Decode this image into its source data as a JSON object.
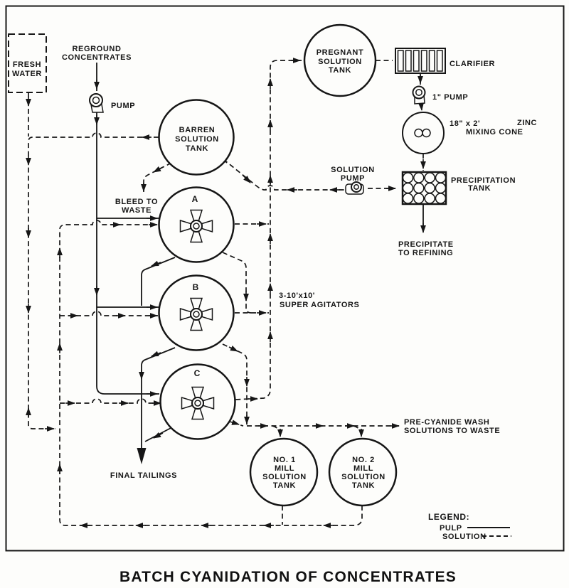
{
  "colors": {
    "ink": "#161616",
    "paper": "#fdfdfb"
  },
  "title": "BATCH CYANIDATION OF CONCENTRATES",
  "labels": {
    "fresh_water": [
      "FRESH",
      "WATER"
    ],
    "reground": [
      "REGROUND",
      "CONCENTRATES"
    ],
    "pump": "PUMP",
    "barren_tank": [
      "BARREN",
      "SOLUTION",
      "TANK"
    ],
    "bleed": [
      "BLEED TO",
      "WASTE"
    ],
    "pregnant_tank": [
      "PREGNANT",
      "SOLUTION",
      "TANK"
    ],
    "clarifier": "CLARIFIER",
    "inch_pump": "1\" PUMP",
    "zinc_size": "18\" x 2'",
    "zinc": "ZINC",
    "mixing_cone": "MIXING CONE",
    "solution_pump": [
      "SOLUTION",
      "PUMP"
    ],
    "precipitation_tank": [
      "PRECIPITATION",
      "TANK"
    ],
    "precipitate": [
      "PRECIPITATE",
      "TO REFINING"
    ],
    "agitator_a": "A",
    "agitator_b": "B",
    "agitator_c": "C",
    "super_agitators": [
      "3-10'x10'",
      "SUPER AGITATORS"
    ],
    "final_tailings": "FINAL TAILINGS",
    "mill1": [
      "NO. 1",
      "MILL",
      "SOLUTION",
      "TANK"
    ],
    "mill2": [
      "NO. 2",
      "MILL",
      "SOLUTION",
      "TANK"
    ],
    "precyanide": [
      "PRE-CYANIDE WASH",
      "SOLUTIONS TO WASTE"
    ],
    "legend": {
      "heading": "LEGEND:",
      "pulp": "PULP",
      "solution": "SOLUTION"
    }
  }
}
